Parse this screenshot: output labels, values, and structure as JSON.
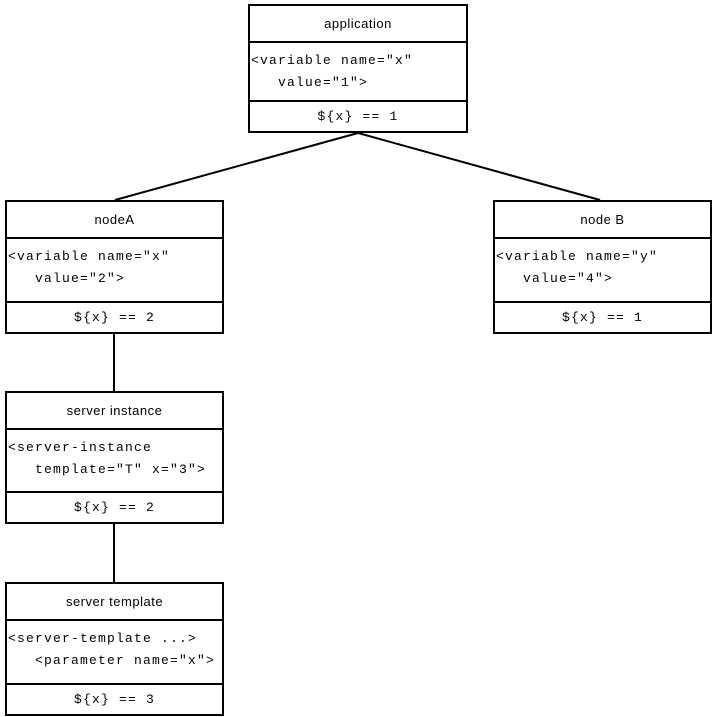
{
  "diagram": {
    "background_color": "#ffffff",
    "border_color": "#000000",
    "text_color": "#000000",
    "nodes": [
      {
        "id": "application",
        "title": "application",
        "body": [
          "<variable name=\"x\"",
          "   value=\"1\">"
        ],
        "constraint": "${x} == 1"
      },
      {
        "id": "nodeA",
        "title": "nodeA",
        "body": [
          "<variable name=\"x\"",
          "   value=\"2\">"
        ],
        "constraint": "${x} == 2"
      },
      {
        "id": "nodeB",
        "title": "node B",
        "body": [
          "<variable name=\"y\"",
          "   value=\"4\">"
        ],
        "constraint": "${x} == 1"
      },
      {
        "id": "server-instance",
        "title": "server instance",
        "body": [
          "<server-instance",
          "   template=\"T\" x=\"3\">"
        ],
        "constraint": "${x} == 2"
      },
      {
        "id": "server-template",
        "title": "server template",
        "body": [
          "<server-template ...>",
          "   <parameter name=\"x\">"
        ],
        "constraint": "${x} == 3"
      }
    ],
    "edges": [
      {
        "from": "application",
        "to": "nodeA"
      },
      {
        "from": "application",
        "to": "nodeB"
      },
      {
        "from": "nodeA",
        "to": "server-instance"
      },
      {
        "from": "server-instance",
        "to": "server-template"
      }
    ]
  }
}
